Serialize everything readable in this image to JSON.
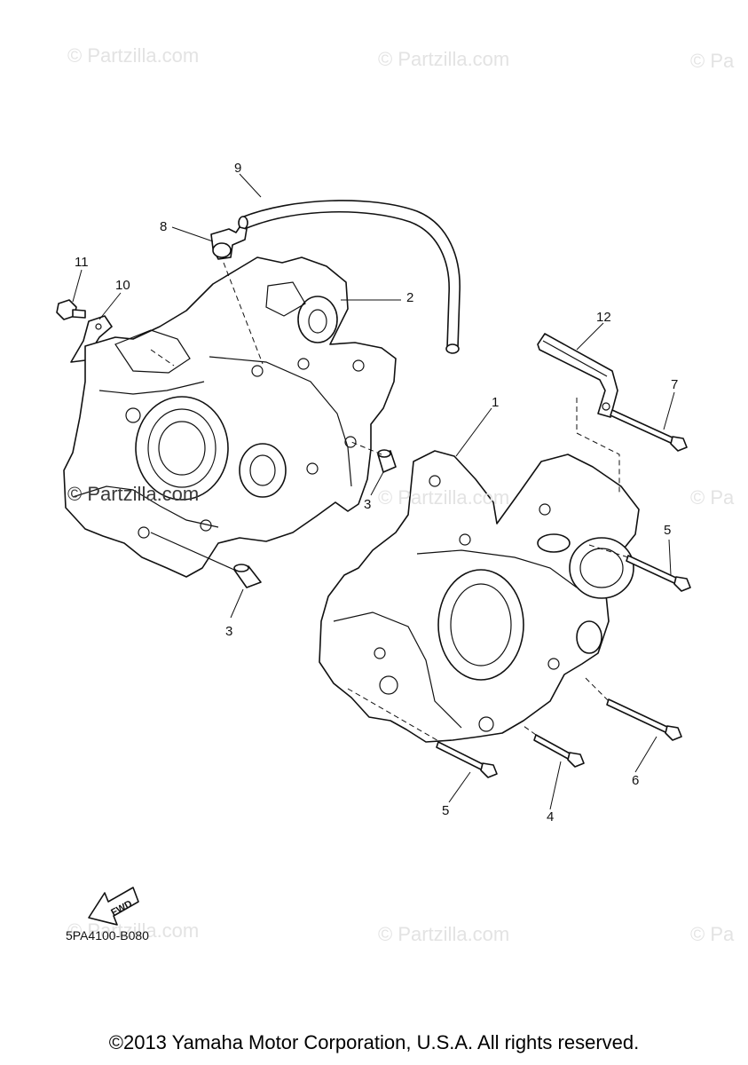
{
  "watermarks": {
    "row1": [
      "© Partzilla.com",
      "© Partzilla.com",
      "© Pa"
    ],
    "row2": [
      "© Partzilla.com",
      "© Partzilla.com",
      "© Pa"
    ],
    "row3": [
      "© Partzilla.com",
      "© Partzilla.com",
      "© Pa"
    ]
  },
  "callouts": {
    "p1": "1",
    "p2": "2",
    "p3a": "3",
    "p3b": "3",
    "p4": "4",
    "p5a": "5",
    "p5b": "5",
    "p6": "6",
    "p7": "7",
    "p8": "8",
    "p9": "9",
    "p10": "10",
    "p11": "11",
    "p12": "12"
  },
  "fwd_label": "FWD",
  "diagram_code": "5PA4100-B080",
  "copyright": "©2013 Yamaha Motor Corporation, U.S.A. All rights reserved."
}
